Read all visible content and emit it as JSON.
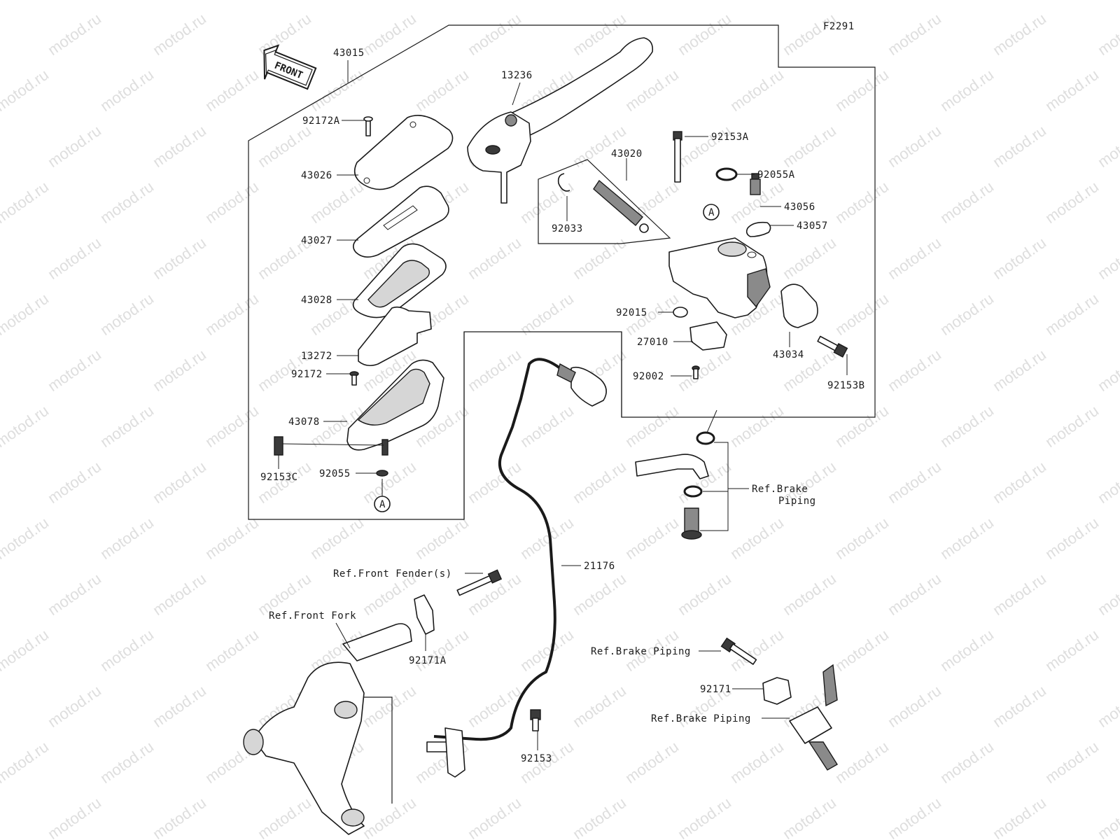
{
  "figure_code": "F2291",
  "front_label": "FRONT",
  "watermark": "motod.ru",
  "parts": {
    "p43015": "43015",
    "p13236": "13236",
    "p92172A": "92172A",
    "p43026": "43026",
    "p43027": "43027",
    "p43028": "43028",
    "p13272": "13272",
    "p92172": "92172",
    "p43078": "43078",
    "p92153C": "92153C",
    "p92055": "92055",
    "p43020": "43020",
    "p92033": "92033",
    "p92153A": "92153A",
    "p92055A": "92055A",
    "p43056": "43056",
    "p43057": "43057",
    "p92015": "92015",
    "p27010": "27010",
    "p92002": "92002",
    "p43034": "43034",
    "p92153B": "92153B",
    "p21176": "21176",
    "p92171A": "92171A",
    "p92153": "92153",
    "p92171": "92171"
  },
  "refs": {
    "brake_piping_1": "Ref.Brake",
    "brake_piping_1b": "Piping",
    "front_fender": "Ref.Front Fender(s)",
    "front_fork": "Ref.Front Fork",
    "brake_piping_2": "Ref.Brake Piping",
    "brake_piping_3": "Ref.Brake Piping"
  },
  "callouts": {
    "a_top": "A",
    "a_bottom": "A"
  }
}
